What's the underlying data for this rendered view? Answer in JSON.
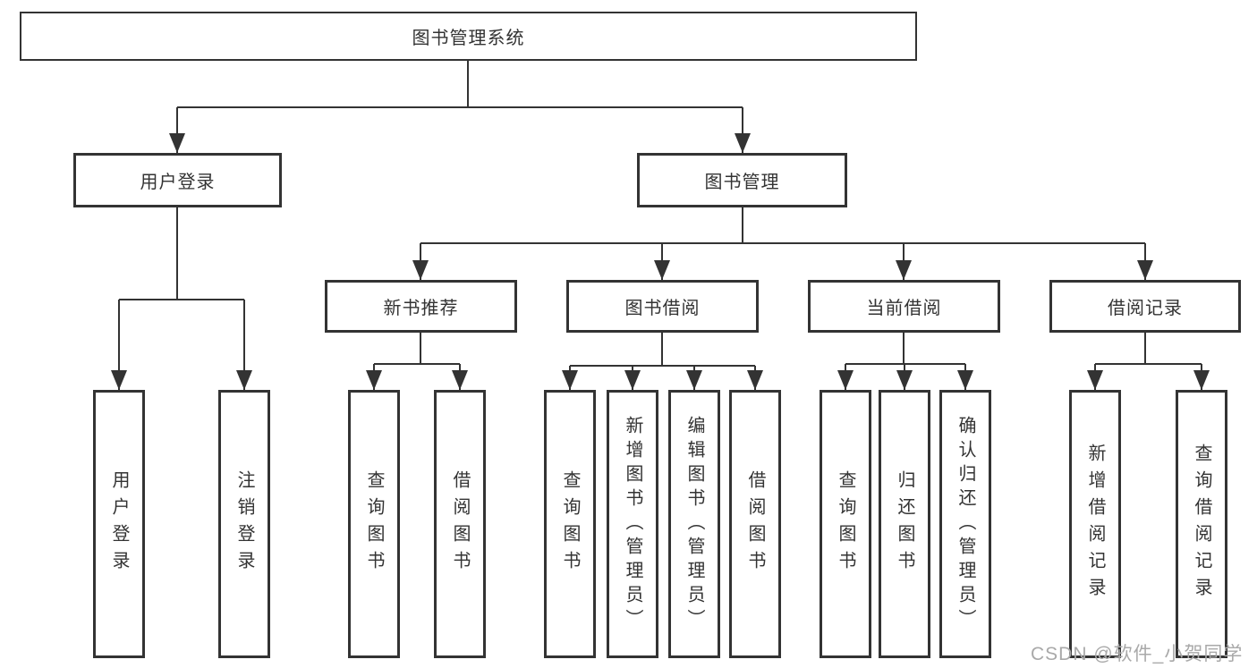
{
  "tree": {
    "label": "图书管理系统",
    "children": [
      {
        "label": "用户登录",
        "children": [
          {
            "label": "用户登录"
          },
          {
            "label": "注销登录"
          }
        ]
      },
      {
        "label": "图书管理",
        "children": [
          {
            "label": "新书推荐",
            "children": [
              {
                "label": "查询图书"
              },
              {
                "label": "借阅图书"
              }
            ]
          },
          {
            "label": "图书借阅",
            "children": [
              {
                "label": "查询图书"
              },
              {
                "label": "新增图书（管理员）"
              },
              {
                "label": "编辑图书（管理员）"
              },
              {
                "label": "借阅图书"
              }
            ]
          },
          {
            "label": "当前借阅",
            "children": [
              {
                "label": "查询图书"
              },
              {
                "label": "归还图书"
              },
              {
                "label": "确认归还（管理员）"
              }
            ]
          },
          {
            "label": "借阅记录",
            "children": [
              {
                "label": "新增借阅记录"
              },
              {
                "label": "查询借阅记录"
              }
            ]
          }
        ]
      }
    ]
  },
  "watermark": {
    "text": "CSDN @软件_小贺同学"
  },
  "colors": {
    "line": "#333333",
    "border": "#333333",
    "text": "#333333",
    "watermark": "#a9a9a9",
    "background": "#ffffff"
  }
}
